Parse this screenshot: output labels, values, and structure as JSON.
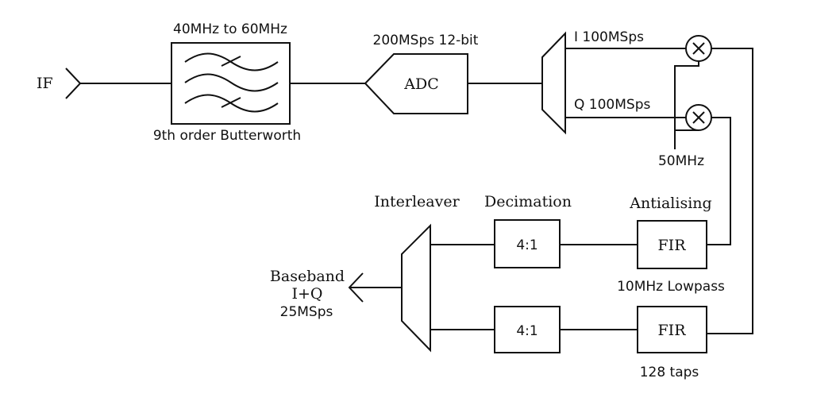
{
  "input": {
    "label": "IF"
  },
  "bandpass": {
    "range": "40MHz to 60MHz",
    "order": "9th order Butterworth"
  },
  "adc": {
    "label": "ADC",
    "spec": "200MSps 12-bit"
  },
  "demux": {
    "i_label": "I 100MSps",
    "q_label": "Q 100MSps"
  },
  "mixer": {
    "lo_label": "50MHz"
  },
  "fir": {
    "header": "Antialising",
    "label": "FIR",
    "lowpass": "10MHz Lowpass",
    "taps": "128 taps"
  },
  "decimation": {
    "header": "Decimation",
    "ratio": "4:1"
  },
  "interleaver": {
    "header": "Interleaver"
  },
  "output": {
    "line1": "Baseband",
    "line2": "I+Q",
    "line3": "25MSps"
  }
}
